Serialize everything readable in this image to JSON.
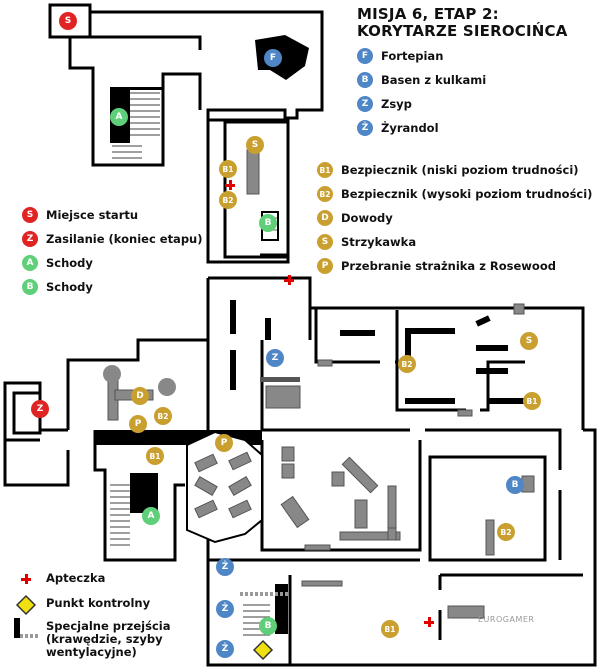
{
  "title": {
    "line1": "MISJA 6, ETAP 2:",
    "line2": "KORYTARZE SIEROCIŃCA"
  },
  "colors": {
    "blue": "#4f86c6",
    "gold": "#c9a030",
    "red": "#e02424",
    "green": "#5fcf7a"
  },
  "legend_blue": [
    {
      "letter": "F",
      "label": "Fortepian"
    },
    {
      "letter": "B",
      "label": "Basen z kulkami"
    },
    {
      "letter": "Z",
      "label": "Zsyp"
    },
    {
      "letter": "Ż",
      "label": "Żyrandol"
    }
  ],
  "legend_gold": [
    {
      "letter": "B1",
      "label": "Bezpiecznik (niski poziom trudności)"
    },
    {
      "letter": "B2",
      "label": "Bezpiecznik (wysoki poziom trudności)"
    },
    {
      "letter": "D",
      "label": "Dowody"
    },
    {
      "letter": "S",
      "label": "Strzykawka"
    },
    {
      "letter": "P",
      "label": "Przebranie strażnika z Rosewood"
    }
  ],
  "legend_left": [
    {
      "letter": "S",
      "color": "red",
      "label": "Miejsce startu"
    },
    {
      "letter": "Z",
      "color": "red",
      "label": "Zasilanie (koniec etapu)"
    },
    {
      "letter": "A",
      "color": "green",
      "label": "Schody"
    },
    {
      "letter": "B",
      "color": "green",
      "label": "Schody"
    }
  ],
  "legend_bottom": {
    "medkit": "Apteczka",
    "checkpoint": "Punkt kontrolny",
    "special1": "Specjalne przejścia",
    "special2": "(krawędzie, szyby",
    "special3": "wentylacyjne)"
  },
  "map_markers": [
    {
      "letter": "S",
      "color": "red"
    },
    {
      "letter": "F",
      "color": "blue"
    },
    {
      "letter": "A",
      "color": "green"
    },
    {
      "letter": "S",
      "color": "gold"
    },
    {
      "letter": "B1",
      "color": "gold"
    },
    {
      "letter": "B2",
      "color": "gold"
    },
    {
      "letter": "B",
      "color": "green"
    },
    {
      "letter": "Z",
      "color": "blue"
    },
    {
      "letter": "B2",
      "color": "gold"
    },
    {
      "letter": "S",
      "color": "gold"
    },
    {
      "letter": "B1",
      "color": "gold"
    },
    {
      "letter": "Z",
      "color": "red"
    },
    {
      "letter": "D",
      "color": "gold"
    },
    {
      "letter": "B2",
      "color": "gold"
    },
    {
      "letter": "P",
      "color": "gold"
    },
    {
      "letter": "B1",
      "color": "gold"
    },
    {
      "letter": "P",
      "color": "gold"
    },
    {
      "letter": "A",
      "color": "green"
    },
    {
      "letter": "B",
      "color": "blue"
    },
    {
      "letter": "B2",
      "color": "gold"
    },
    {
      "letter": "Ż",
      "color": "blue"
    },
    {
      "letter": "Ż",
      "color": "blue"
    },
    {
      "letter": "B",
      "color": "green"
    },
    {
      "letter": "Ż",
      "color": "blue"
    },
    {
      "letter": "B1",
      "color": "gold"
    }
  ],
  "watermark": "EUROGAMER"
}
